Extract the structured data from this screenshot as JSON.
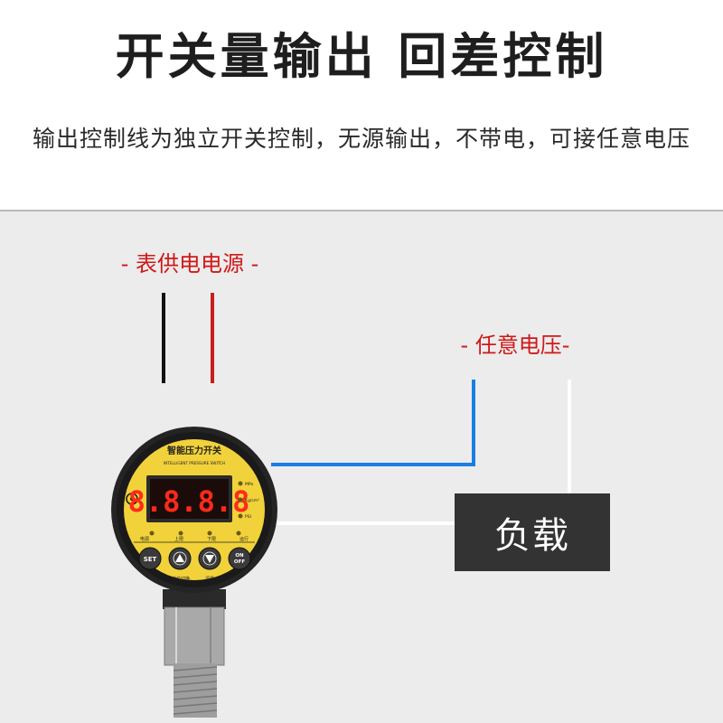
{
  "header": {
    "title": "开关量输出  回差控制",
    "subtitle": "输出控制线为独立开关控制，无源输出，不带电，可接任意电压"
  },
  "diagram": {
    "power_label": "- 表供电电源 -",
    "voltage_label": "- 任意电压-",
    "load_label": "负载"
  },
  "device": {
    "title": "智能压力开关",
    "subtitle": "INTELLIGENT PRESSURE SWITCH",
    "display": "8.8.8.8",
    "units": [
      "MPa",
      "Kg/cm²",
      "PSI"
    ],
    "indicators": [
      "电源",
      "上限",
      "下限",
      "运行"
    ],
    "buttons": {
      "set": "SET",
      "on_off_top": "ON",
      "on_off_bottom": "OFF"
    },
    "bottom_labels": [
      "单位切换",
      "清零"
    ]
  },
  "colors": {
    "power_label": "#d01818",
    "wire_black": "#111111",
    "wire_red": "#c81e1e",
    "wire_blue": "#1a7fe0",
    "wire_white": "#ffffff",
    "device_face": "#f2d23a",
    "display_digits": "#ff2a1a"
  }
}
